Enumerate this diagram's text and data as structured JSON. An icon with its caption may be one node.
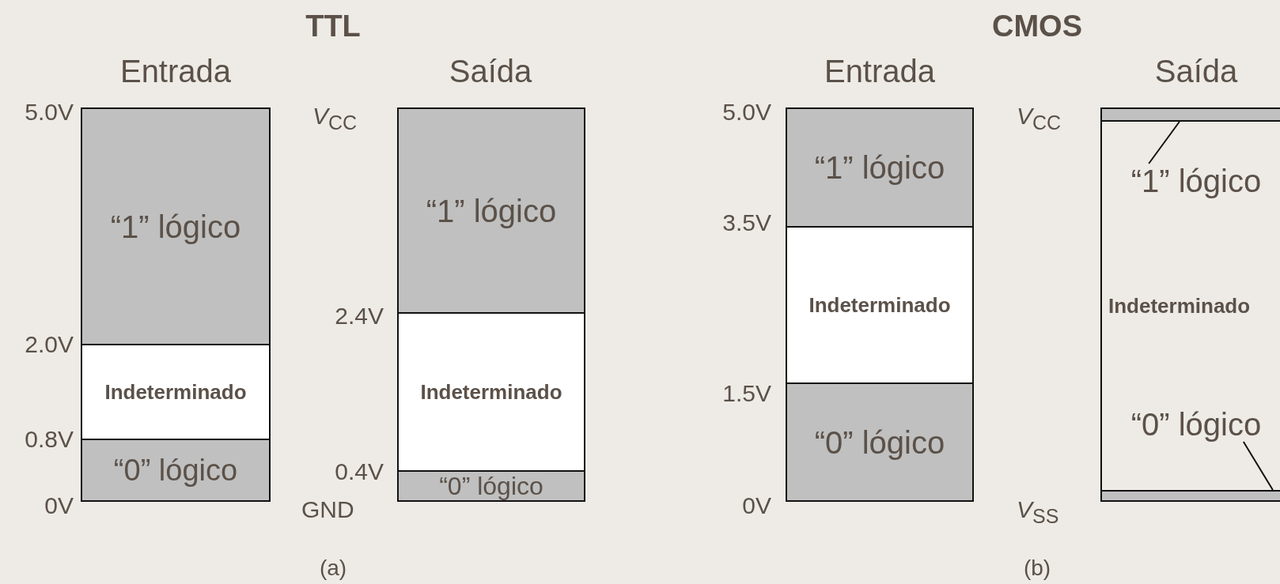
{
  "diagram": {
    "nodes": [
      {
        "text": [
          "“1” lógico"
        ]
      },
      {
        "text": [
          "Indeterminado"
        ]
      },
      {
        "text": [
          "“0” lógico"
        ]
      },
      {
        "text": [
          "“1” lógico"
        ]
      },
      {
        "text": [
          "Indeterminado"
        ]
      },
      {
        "text": [
          "“0” lógico"
        ]
      },
      {
        "text": [
          "“1” lógico"
        ]
      },
      {
        "text": [
          "Indeterminado"
        ]
      },
      {
        "text": [
          "“0” lógico"
        ]
      },
      {
        "text": [],
        "shape": "bar"
      },
      {
        "text": [
          "Indeterminado"
        ]
      },
      {
        "text": [
          "“1” lógico"
        ],
        "in": 10
      },
      {
        "text": [
          "“0” lógico"
        ],
        "in": 10
      },
      {
        "text": [],
        "shape": "bar"
      }
    ],
    "edges": [
      {
        "from": 11,
        "to": 9,
        "arrow": "none"
      },
      {
        "from": 12,
        "to": 13,
        "arrow": "none"
      }
    ],
    "labels": [
      "TTL",
      "CMOS",
      "Entrada",
      "Saída",
      "Entrada",
      "Saída",
      "5.0V",
      "2.0V",
      "0.8V",
      "0V",
      "*V*$_{CC}$",
      "2.4V",
      "0.4V",
      "GND",
      "5.0V",
      "3.5V",
      "1.5V",
      "0V",
      "*V*$_{CC}$",
      "*V*$_{SS}$",
      "(a)",
      "(b)"
    ]
  }
}
